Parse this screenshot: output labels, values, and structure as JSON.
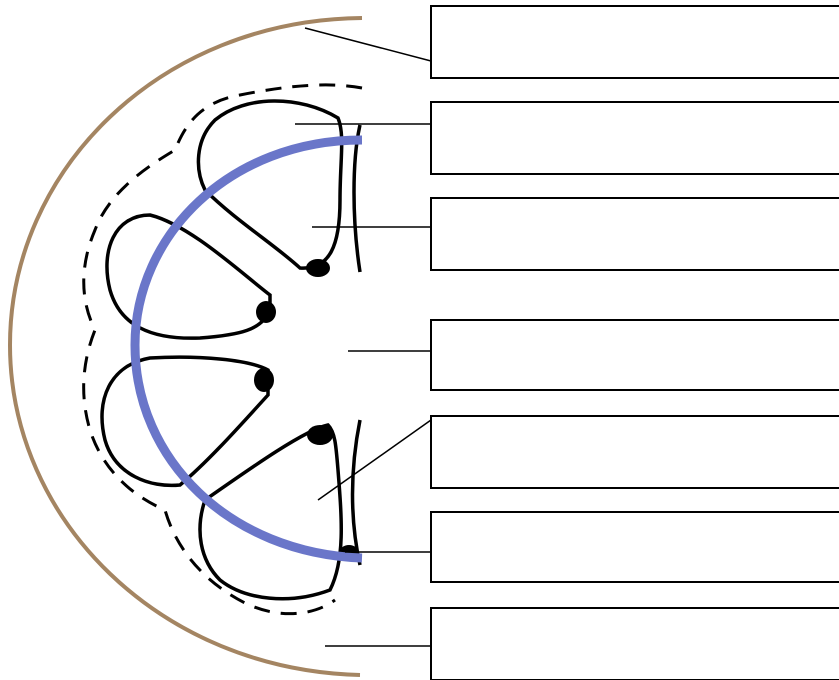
{
  "diagram": {
    "title": "",
    "colors": {
      "outer_boundary": "#a48562",
      "ring": "#6a76c9",
      "outline": "#000000",
      "background": "#ffffff"
    },
    "labels": [
      {
        "id": "label-1",
        "text": ""
      },
      {
        "id": "label-2",
        "text": ""
      },
      {
        "id": "label-3",
        "text": ""
      },
      {
        "id": "label-4",
        "text": ""
      },
      {
        "id": "label-5",
        "text": ""
      },
      {
        "id": "label-6",
        "text": ""
      },
      {
        "id": "label-7",
        "text": ""
      }
    ]
  }
}
